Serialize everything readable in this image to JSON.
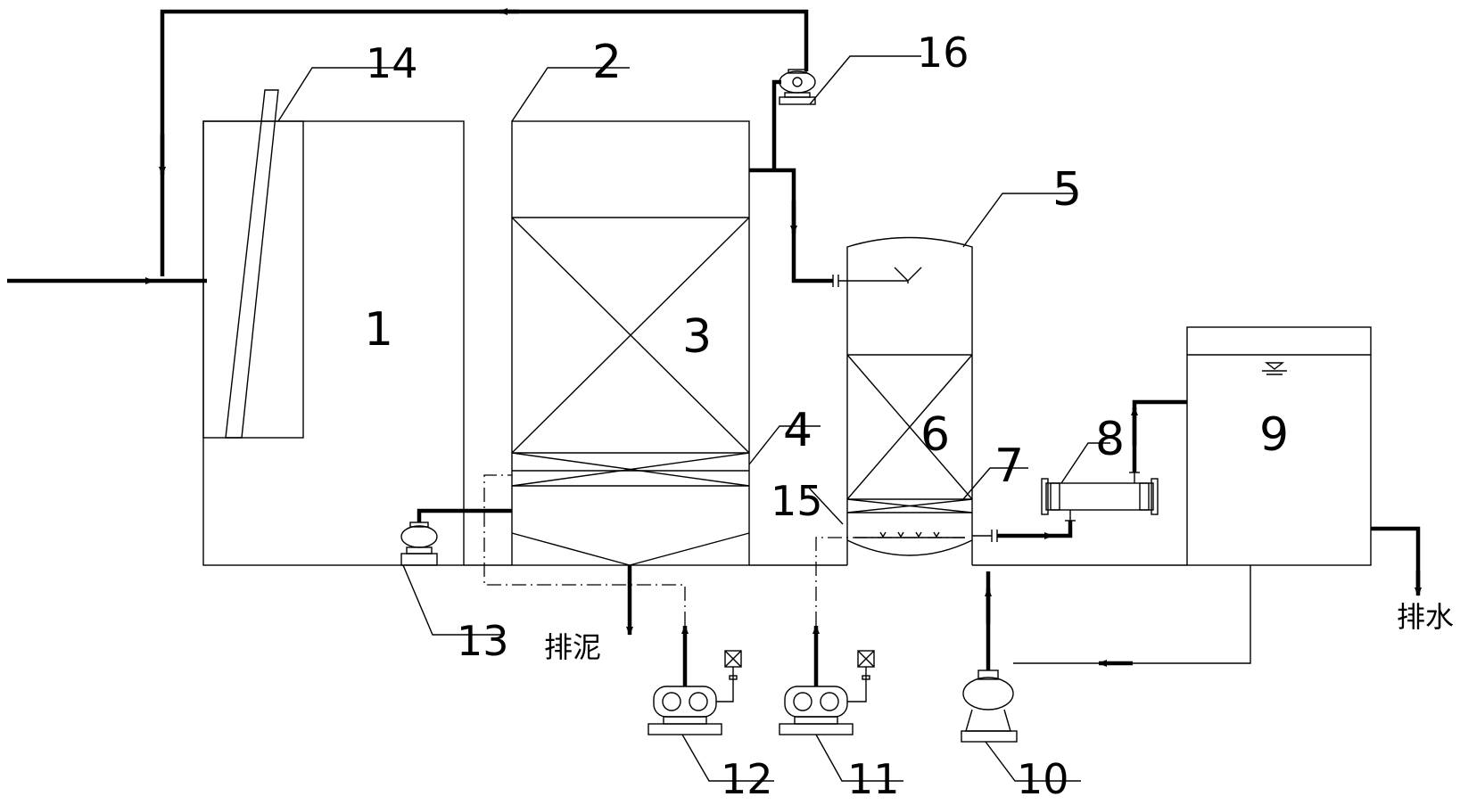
{
  "labels": {
    "n1": "1",
    "n2": "2",
    "n3": "3",
    "n4": "4",
    "n5": "5",
    "n6": "6",
    "n7": "7",
    "n8": "8",
    "n9": "9",
    "n10": "10",
    "n11": "11",
    "n12": "12",
    "n13": "13",
    "n14": "14",
    "n15": "15",
    "n16": "16"
  },
  "annotations": {
    "sludge_outlet": "排泥",
    "water_outlet": "排水"
  },
  "colors": {
    "line": "#000000",
    "background": "#ffffff"
  }
}
